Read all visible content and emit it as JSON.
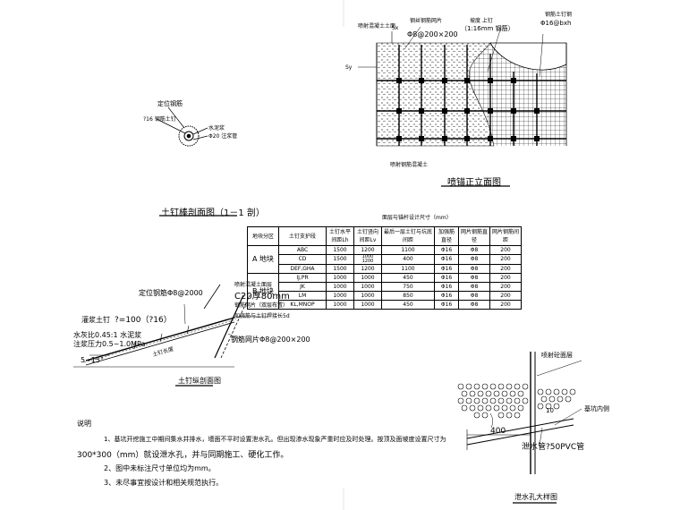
{
  "detail_section": {
    "label_steel": "定位钢筋",
    "label_nail": "?16 钢筋土钉",
    "label_grout": "水泥浆",
    "label_pipe": "Φ20 注浆管",
    "title": "土钉棒剖面图（1－1 剖）"
  },
  "front_view": {
    "label_top": "喷射混凝土土面",
    "label_mesh": "钢丝钢筋网片",
    "label_mesh_spec": "Φ8@200×200",
    "label_slope": "坡度 上钉",
    "label_slope_ratio": "（1:16mm 钢筋）",
    "label_nail_head": "钢筋土钉钢",
    "label_nail_spec": "Φ16@bxh",
    "label_sy": "Sy",
    "label_sx": "Sx",
    "label_bottom": "喷射钢筋混凝土",
    "title": "喷锚正立面图"
  },
  "section_view": {
    "label_fix": "定位钢筋Φ8@2000",
    "label_concrete": "喷射混凝土面层",
    "label_c20": "C20厚80mm",
    "label_mesh_net": "钢筋网片（双层布置）",
    "label_extra": "加强筋与土钉焊接长5d",
    "label_grout_nail": "灌浆土钉",
    "label_nail_len": "?=100（?16）",
    "label_ratio": "水灰比0.45:1 水泥浆",
    "label_pressure": "注浆压力0.5~1.0MPa",
    "label_mesh_spec": "钢筋网片Φ8@200×200",
    "label_angle": "5~15°",
    "label_body": "土钉长度",
    "title": "土钉纵剖面图"
  },
  "table": {
    "title": "面层与锚杆设计尺寸（mm）",
    "headers": [
      "地块分区",
      "土钉支护段",
      "土钉水平间距Lh",
      "土钉竖向间距Lv",
      "最后一层土钉与坑底间距",
      "加强筋直径",
      "网片钢筋直径",
      "网片钢筋间距"
    ],
    "zone_a": "A 地块",
    "zone_b": "B 地块",
    "rows": [
      [
        "ABC",
        "1500",
        "1200",
        "1100",
        "Φ16",
        "Φ8",
        "200"
      ],
      [
        "CD",
        "1500",
        "1000 1200",
        "400",
        "Φ16",
        "Φ8",
        "200"
      ],
      [
        "DEF,GHA",
        "1500",
        "1200",
        "1100",
        "Φ16",
        "Φ8",
        "200"
      ],
      [
        "IJ,PR",
        "1000",
        "1000",
        "450",
        "Φ16",
        "Φ8",
        "200"
      ],
      [
        "JK",
        "1000",
        "1000",
        "750",
        "Φ16",
        "Φ8",
        "200"
      ],
      [
        "LM",
        "1000",
        "1000",
        "850",
        "Φ16",
        "Φ8",
        "200"
      ],
      [
        "KL,MNOP",
        "1000",
        "1000",
        "450",
        "Φ16",
        "Φ8",
        "200"
      ]
    ]
  },
  "drain": {
    "label_layer": "喷射砼面层",
    "label_soil": "基坑内侧",
    "label_len": "400",
    "label_ang": "10",
    "label_pipe": "泄水管?50PVC管",
    "title": "泄水孔大样图"
  },
  "notes": {
    "heading": "说明",
    "line1": "1、基坑开挖施工中期间集水井排水，墙面不平时设置泄水孔。但出现渗水现象严重时应及时处理。按顶及面坡度设置尺寸为",
    "line1b": "300*300（mm）就设泄水孔，并与同期施工、硬化工作。",
    "line2": "2、图中未标注尺寸单位均为mm。",
    "line3": "3、未尽事宜按设计和相关规范执行。"
  }
}
